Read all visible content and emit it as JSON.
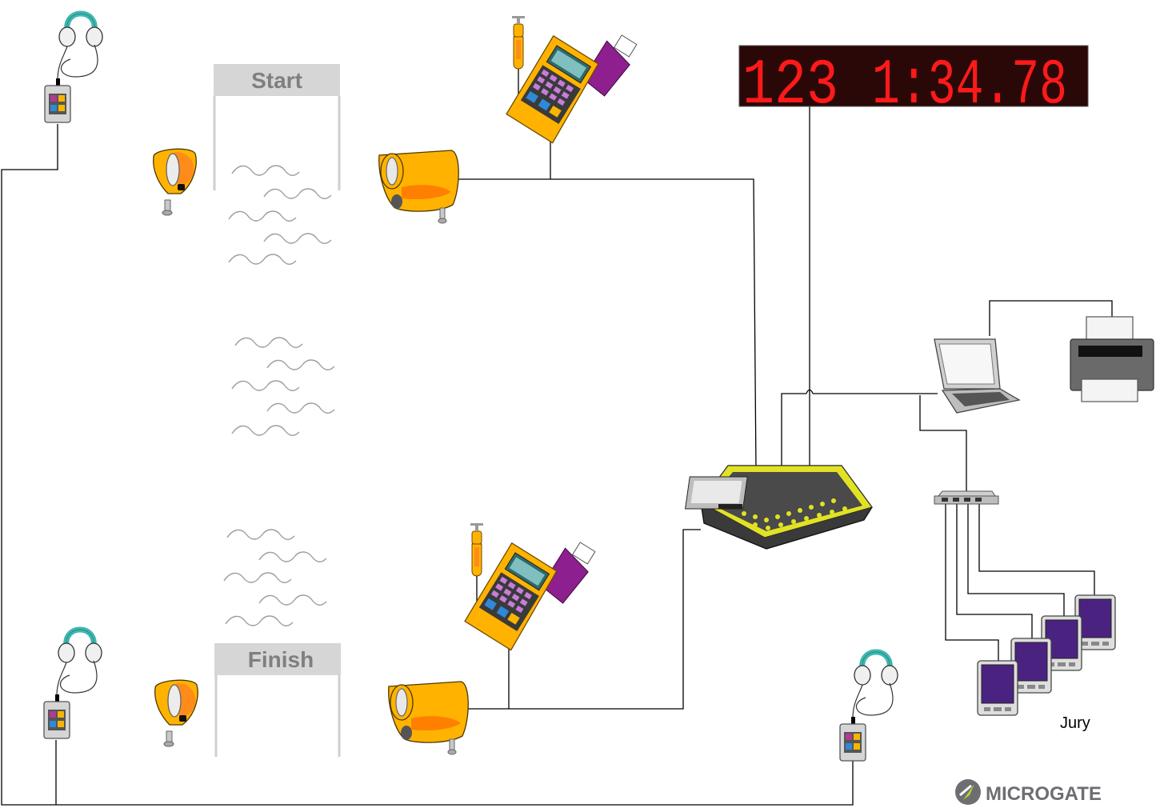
{
  "start_gate": {
    "label": "Start"
  },
  "finish_gate": {
    "label": "Finish"
  },
  "scoreboard": {
    "bib": "123",
    "time": "1:34.78"
  },
  "jury": {
    "label": "Jury"
  },
  "brand": {
    "name": "MICROGATE"
  },
  "colors": {
    "device_orange": "#ffb300",
    "device_accent": "#ff7f00",
    "printer_purple": "#8e1f8f",
    "console_yellow": "#e2e225",
    "handheld_purple": "#4a2380",
    "headphone_teal": "#3fb8b0",
    "led_red": "#ff1a1a",
    "led_panel": "#2a0808"
  },
  "icons": [
    "headphones-icon",
    "radio-transmitter-icon",
    "photocell-icon",
    "timing-printer-icon",
    "push-button-icon",
    "led-scoreboard-icon",
    "timing-console-icon",
    "laptop-icon",
    "printer-icon",
    "network-switch-icon",
    "jury-handheld-icon",
    "microgate-logo-icon"
  ]
}
